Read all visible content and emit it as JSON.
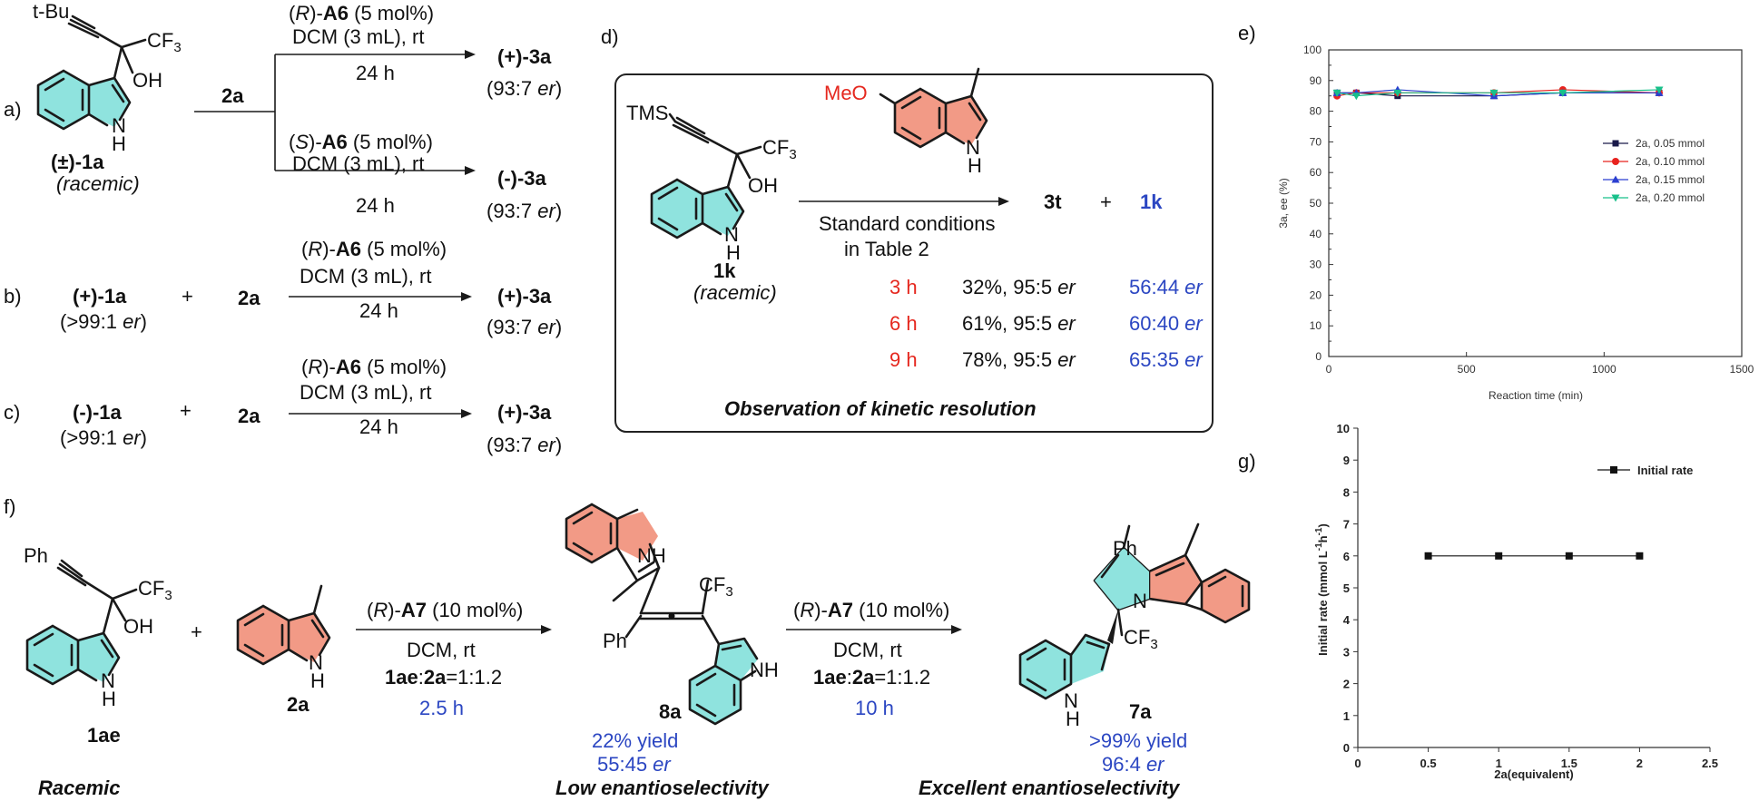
{
  "panels": {
    "a": "a)",
    "b": "b)",
    "c": "c)",
    "d": "d)",
    "e": "e)",
    "f": "f)",
    "g": "g)"
  },
  "a": {
    "tbu": "t-Bu",
    "cf3": "CF3",
    "oh": "OH",
    "nh": "N",
    "h": "H",
    "name": "(±)-1a",
    "racemic": "(racemic)",
    "reagent": "2a",
    "top_cond1_r": "(R)-",
    "top_cond1_cat": "A6",
    "top_cond1_tail": " (5 mol%)",
    "top_cond2": "DCM (3 mL), rt",
    "top_time": "24 h",
    "top_prod": "(+)-3a",
    "top_er": "(93:7 er)",
    "bot_cond1_r": "(S)-",
    "bot_cond1_cat": "A6",
    "bot_cond1_tail": " (5 mol%)",
    "bot_cond2": "DCM (3 mL), rt",
    "bot_time": "24 h",
    "bot_prod": "(-)-3a",
    "bot_er": "(93:7 er)"
  },
  "b": {
    "sub": "(+)-1a",
    "sub_er": "(>99:1 er)",
    "plus": "+",
    "reagent": "2a",
    "cond1_r": "(R)-",
    "cond1_cat": "A6",
    "cond1_tail": " (5 mol%)",
    "cond2": "DCM (3 mL), rt",
    "time": "24 h",
    "prod": "(+)-3a",
    "er": "(93:7 er)"
  },
  "c": {
    "sub": "(-)-1a",
    "sub_er": "(>99:1 er)",
    "plus": "+",
    "reagent": "2a",
    "cond1_r": "(R)-",
    "cond1_cat": "A6",
    "cond1_tail": " (5 mol%)",
    "cond2": "DCM (3 mL), rt",
    "time": "24 h",
    "prod": "(+)-3a",
    "er": "(93:7 er)"
  },
  "d": {
    "tms": "TMS",
    "cf3": "CF3",
    "oh": "OH",
    "meo": "MeO",
    "nh": "N",
    "h": "H",
    "name": "1k",
    "racemic": "(racemic)",
    "cond1": "Standard conditions",
    "cond2": "in Table 2",
    "prod": "3t",
    "plus": "+",
    "recovered": "1k",
    "rows": [
      {
        "time": "3 h",
        "result": "32%, 95:5 er",
        "er": "56:44 er"
      },
      {
        "time": "6 h",
        "result": "61%, 95:5 er",
        "er": "60:40 er"
      },
      {
        "time": "9 h",
        "result": "78%, 95:5 er",
        "er": "65:35 er"
      }
    ],
    "caption": "Observation of kinetic  resolution"
  },
  "f": {
    "ph": "Ph",
    "cf3": "CF3",
    "oh": "OH",
    "nh": "N",
    "h": "H",
    "plus": "+",
    "sub1": "1ae",
    "sub2": "2a",
    "c1_r": "(R)-",
    "c1_cat": "A7",
    "c1_tail": " (10 mol%)",
    "c1_solv": "DCM, rt",
    "c1_ratio": "1ae:2a=1:1.2",
    "c1_time": "2.5 h",
    "int_name": "8a",
    "int_yield": "22% yield",
    "int_er": "55:45 er",
    "c2_r": "(R)-",
    "c2_cat": "A7",
    "c2_tail": " (10 mol%)",
    "c2_solv": "DCM, rt",
    "c2_ratio": "1ae:2a=1:1.2",
    "c2_time": "10 h",
    "prod_name": "7a",
    "prod_yield": ">99% yield",
    "prod_er": "96:4 er",
    "cap1": "Racemic",
    "cap2": "Low enantioselectivity",
    "cap3": "Excellent enantioselectivity",
    "nh_label": "NH"
  },
  "chart_data": [
    {
      "type": "line",
      "panel": "e",
      "xlabel": "Reaction time (min)",
      "ylabel": "3a, ee (%)",
      "xlim": [
        0,
        1500
      ],
      "ylim": [
        0,
        100
      ],
      "xticks": [
        0,
        500,
        1000,
        1500
      ],
      "yticks": [
        0,
        10,
        20,
        30,
        40,
        50,
        60,
        70,
        80,
        90,
        100
      ],
      "legend_position": "right",
      "series": [
        {
          "name": "2a, 0.05 mmol",
          "color": "#1a1a4a",
          "marker": "square",
          "x": [
            30,
            100,
            250,
            600,
            850,
            1200
          ],
          "y": [
            86,
            86,
            85,
            85,
            86,
            86
          ]
        },
        {
          "name": "2a, 0.10 mmol",
          "color": "#e8231f",
          "marker": "circle",
          "x": [
            30,
            100,
            250,
            600,
            850,
            1200
          ],
          "y": [
            85,
            86,
            86,
            86,
            87,
            86
          ]
        },
        {
          "name": "2a, 0.15 mmol",
          "color": "#2b3fd0",
          "marker": "triangle",
          "x": [
            30,
            100,
            250,
            600,
            850,
            1200
          ],
          "y": [
            86,
            86,
            87,
            85,
            86,
            86
          ]
        },
        {
          "name": "2a, 0.20 mmol",
          "color": "#18c08a",
          "marker": "triangle-down",
          "x": [
            30,
            100,
            250,
            600,
            850,
            1200
          ],
          "y": [
            86,
            85,
            86,
            86,
            86,
            87
          ]
        }
      ]
    },
    {
      "type": "line",
      "panel": "g",
      "xlabel": "2a(equivalent)",
      "ylabel": "Initial rate (mmol L-1h-1)",
      "xlim": [
        0,
        2.5
      ],
      "ylim": [
        0,
        10
      ],
      "xticks": [
        0,
        0.5,
        1,
        1.5,
        2,
        2.5
      ],
      "yticks": [
        0,
        1,
        2,
        3,
        4,
        5,
        6,
        7,
        8,
        9,
        10
      ],
      "legend_position": "top-right",
      "series": [
        {
          "name": "Initial rate",
          "color": "#111111",
          "marker": "square",
          "x": [
            0.5,
            1,
            1.5,
            2
          ],
          "y": [
            6,
            6,
            6,
            6
          ]
        }
      ]
    }
  ]
}
